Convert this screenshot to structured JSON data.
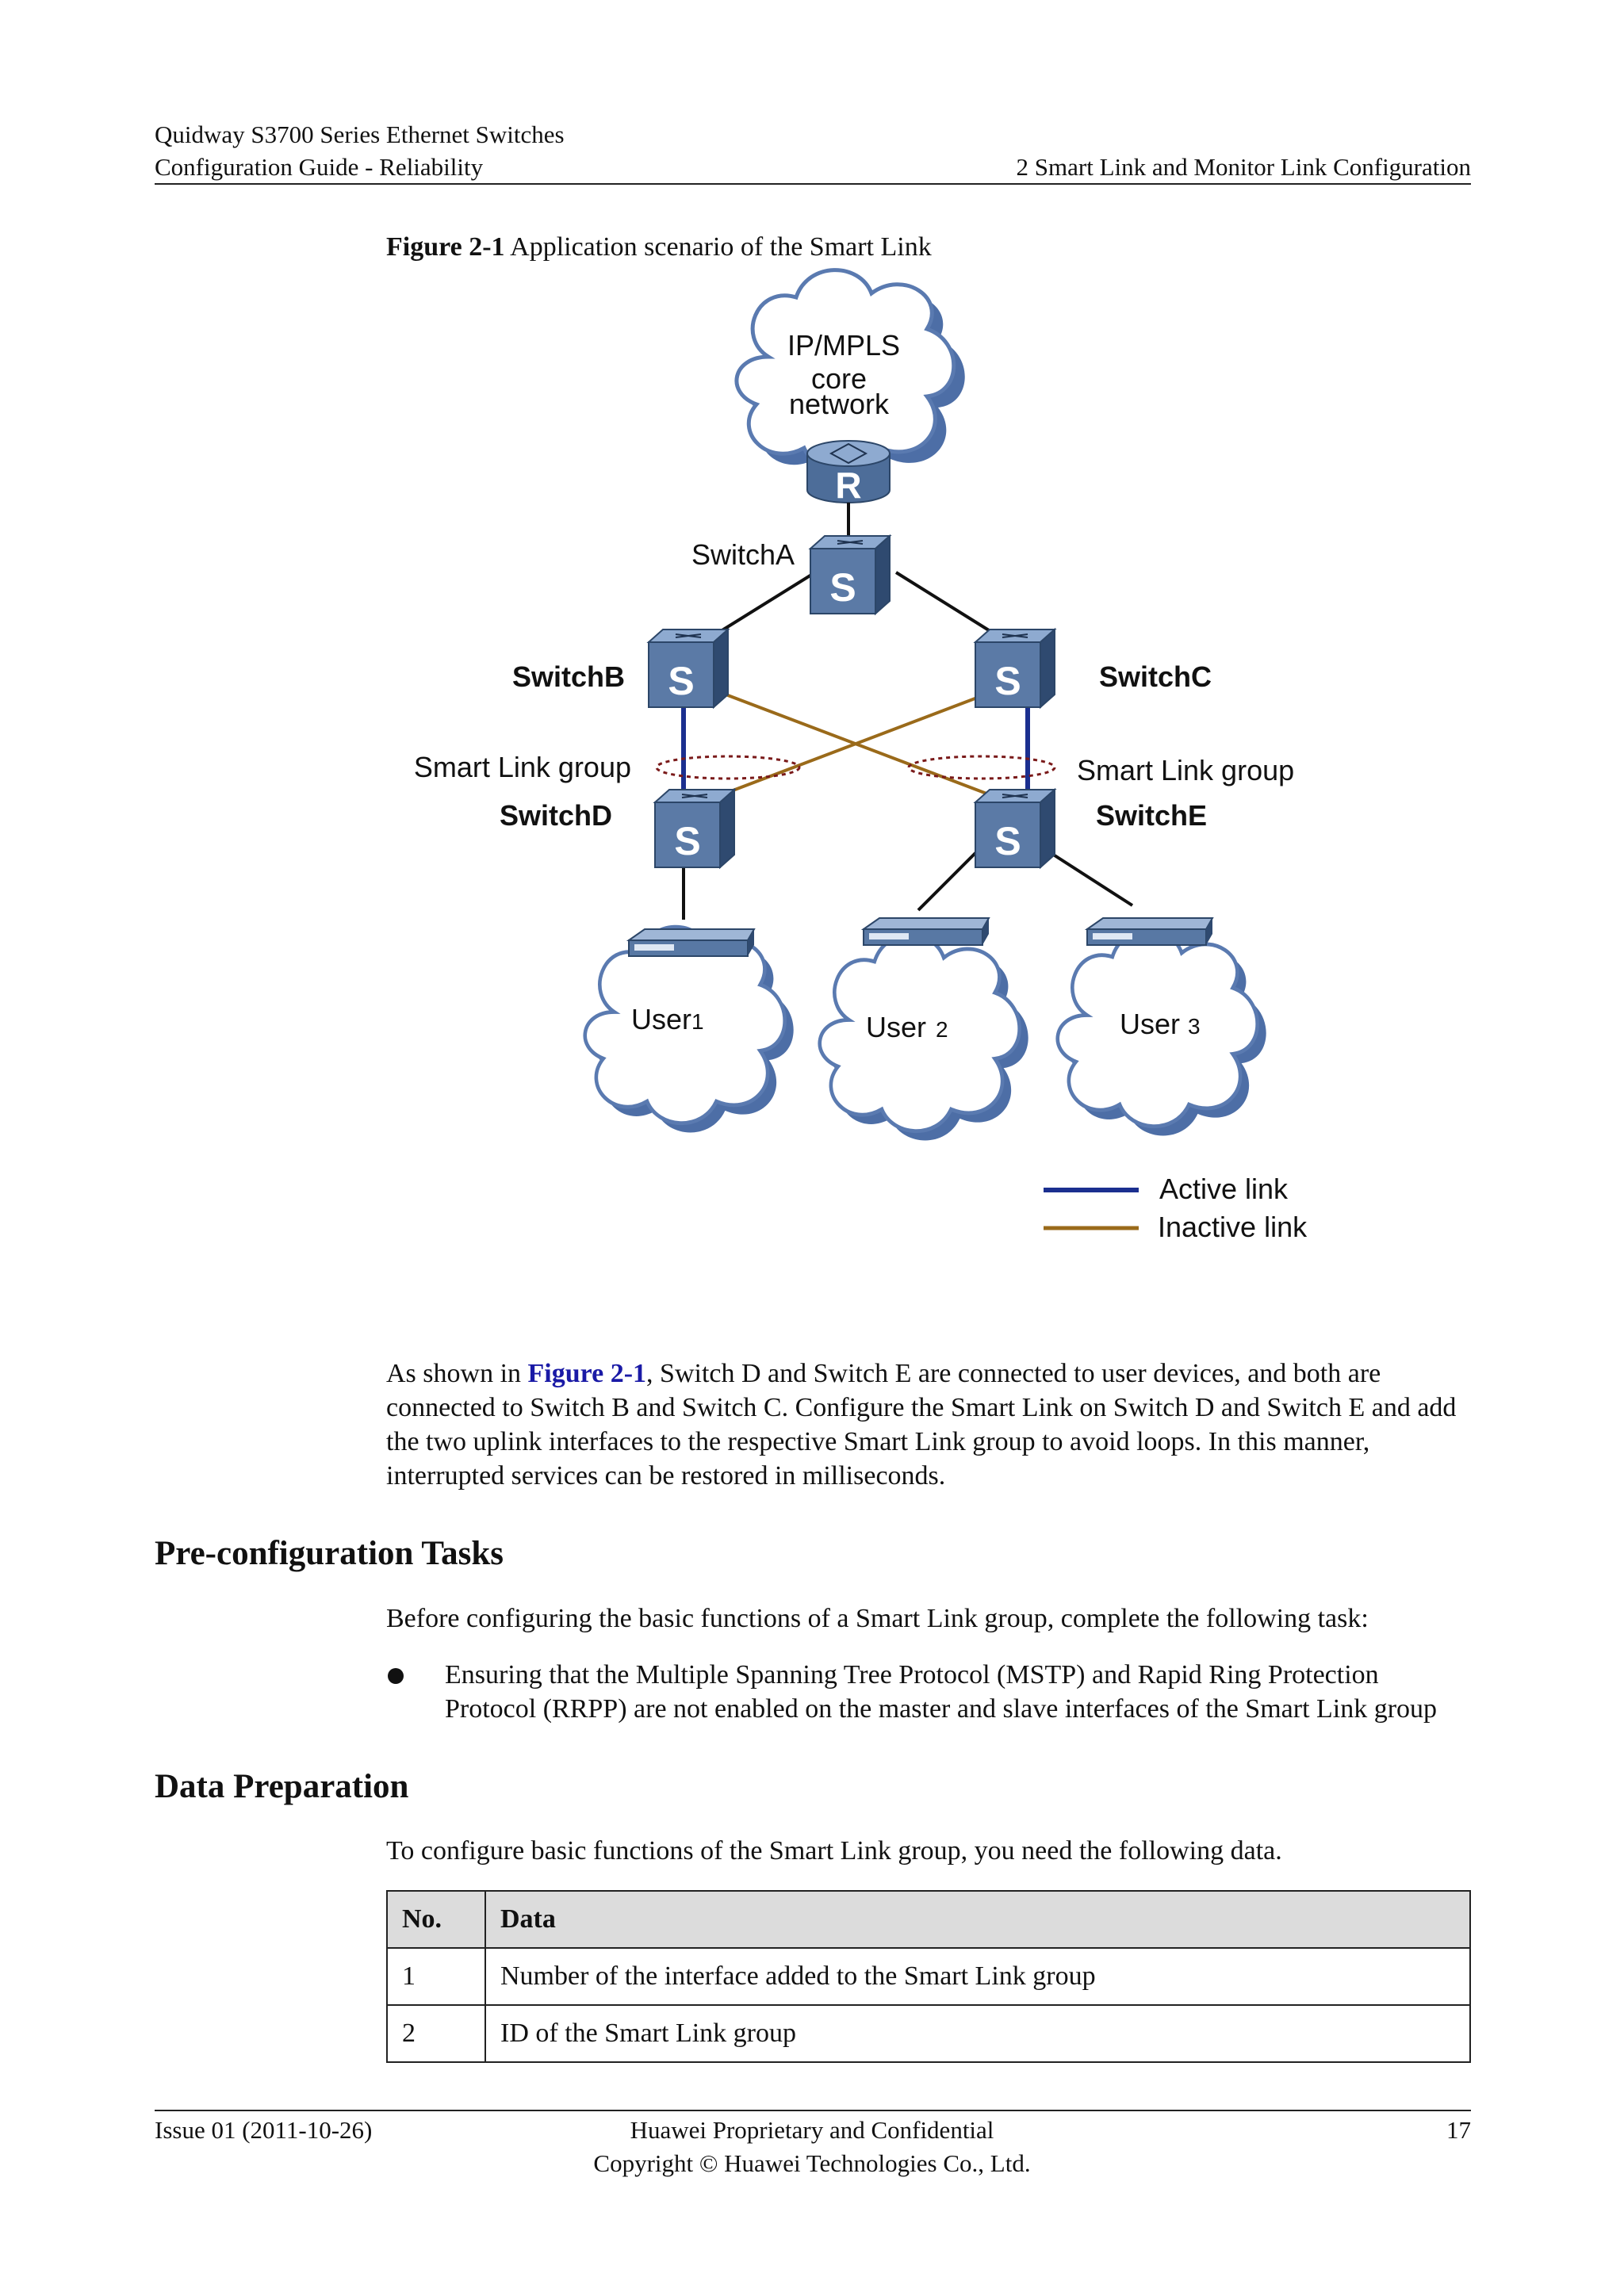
{
  "header": {
    "line1": "Quidway S3700 Series Ethernet Switches",
    "line2": "Configuration Guide - Reliability",
    "section": "2 Smart Link and Monitor Link Configuration"
  },
  "figure": {
    "label": "Figure 2-1",
    "title": "Application scenario of the Smart Link",
    "cloud": {
      "line1": "IP/MPLS",
      "line2": "core",
      "line3": "network"
    },
    "router_letter": "R",
    "switch_letter": "S",
    "switches": {
      "a": "SwitchA",
      "b": "SwitchB",
      "c": "SwitchC",
      "d": "SwitchD",
      "e": "SwitchE"
    },
    "group_left": "Smart  Link group",
    "group_right": "Smart  Link group",
    "users": [
      {
        "name": "User",
        "num": "1"
      },
      {
        "name": "User",
        "num": "2"
      },
      {
        "name": "User",
        "num": "3"
      }
    ],
    "legend": {
      "active": "Active link",
      "inactive": "Inactive link"
    },
    "colors": {
      "active": "#1b2f8f",
      "inactive": "#9a6a1a",
      "device": "#4a6a96",
      "cloud_border": "#5a7ab0"
    }
  },
  "paragraph": {
    "before": "As shown in ",
    "ref": "Figure 2-1",
    "after": ", Switch D and Switch E are connected to user devices, and both are connected to Switch B and Switch C. Configure the Smart Link on Switch D and Switch E and add the two uplink interfaces to the respective Smart Link group to avoid loops. In this manner, interrupted services can be restored in milliseconds."
  },
  "pre_config": {
    "heading": "Pre-configuration Tasks",
    "intro": "Before configuring the basic functions of a Smart Link group, complete the following task:",
    "bullet": "Ensuring that the Multiple Spanning Tree Protocol (MSTP) and Rapid Ring Protection Protocol (RRPP) are not enabled on the master and slave interfaces of the Smart Link group"
  },
  "data_prep": {
    "heading": "Data Preparation",
    "intro": "To configure basic functions of the Smart Link group, you need the following data.",
    "table": {
      "headers": [
        "No.",
        "Data"
      ],
      "rows": [
        [
          "1",
          "Number of the interface added to the Smart Link group"
        ],
        [
          "2",
          "ID of the Smart Link group"
        ]
      ]
    }
  },
  "footer": {
    "issue": "Issue 01 (2011-10-26)",
    "center1": "Huawei Proprietary and Confidential",
    "center2": "Copyright © Huawei Technologies Co., Ltd.",
    "page": "17"
  }
}
